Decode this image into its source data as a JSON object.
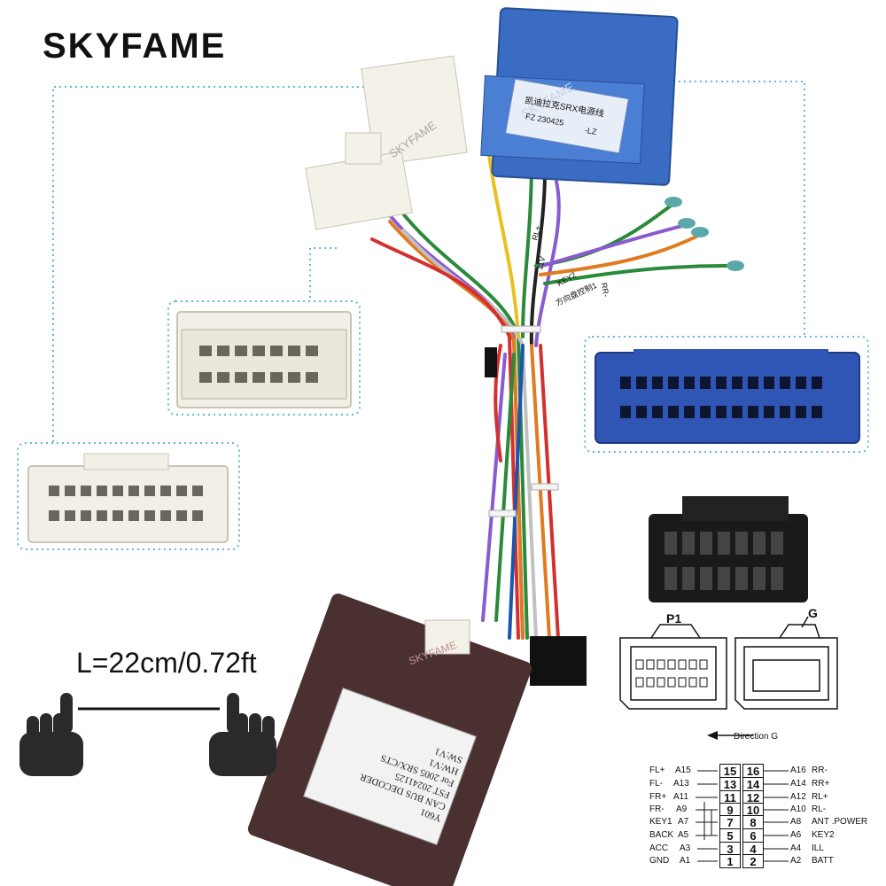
{
  "brand": "SKYFAME",
  "length_label": "L=22cm/0.72ft",
  "watermark": "SKYFAME",
  "blue_label": {
    "line1": "凯迪拉克SRX电源线",
    "line2": "FZ 230425",
    "line3": "-LZ"
  },
  "tags": [
    "RL+",
    "11V",
    "KEY2",
    "方向盘控制1",
    "RR-"
  ],
  "decoder_label": {
    "l1": "Y601",
    "l2": "CAN BUS DECODER",
    "l3": "FST 20241125",
    "l4": "For 2005 SRX/CTS",
    "l5": "HW:V1",
    "l6": "SW:V1"
  },
  "plug_labels": {
    "p1": "P1",
    "g": "G"
  },
  "direction_label": "Direction G",
  "pinout_left": [
    {
      "name": "FL+",
      "code": "A15",
      "pin": "15"
    },
    {
      "name": "FL-",
      "code": "A13",
      "pin": "13"
    },
    {
      "name": "FR+",
      "code": "A11",
      "pin": "11"
    },
    {
      "name": "FR-",
      "code": "A9",
      "pin": "9"
    },
    {
      "name": "KEY1",
      "code": "A7",
      "pin": "7"
    },
    {
      "name": "BACK",
      "code": "A5",
      "pin": "5"
    },
    {
      "name": "ACC",
      "code": "A3",
      "pin": "3"
    },
    {
      "name": "GND",
      "code": "A1",
      "pin": "1"
    }
  ],
  "pinout_right": [
    {
      "name": "RR-",
      "code": "A16",
      "pin": "16"
    },
    {
      "name": "RR+",
      "code": "A14",
      "pin": "14"
    },
    {
      "name": "RL+",
      "code": "A12",
      "pin": "12"
    },
    {
      "name": "RL-",
      "code": "A10",
      "pin": "10"
    },
    {
      "name": "ANT .POWER",
      "code": "A8",
      "pin": "8"
    },
    {
      "name": "KEY2",
      "code": "A6",
      "pin": "6"
    },
    {
      "name": "ILL",
      "code": "A4",
      "pin": "4"
    },
    {
      "name": "BATT",
      "code": "A2",
      "pin": "2"
    }
  ],
  "colors": {
    "blue_connector": "#3a6cc4",
    "white_connector": "#f2efe6",
    "black_connector": "#1a1a1a",
    "decoder_box": "#4a3030",
    "guide_line": "#5bb8e0"
  }
}
